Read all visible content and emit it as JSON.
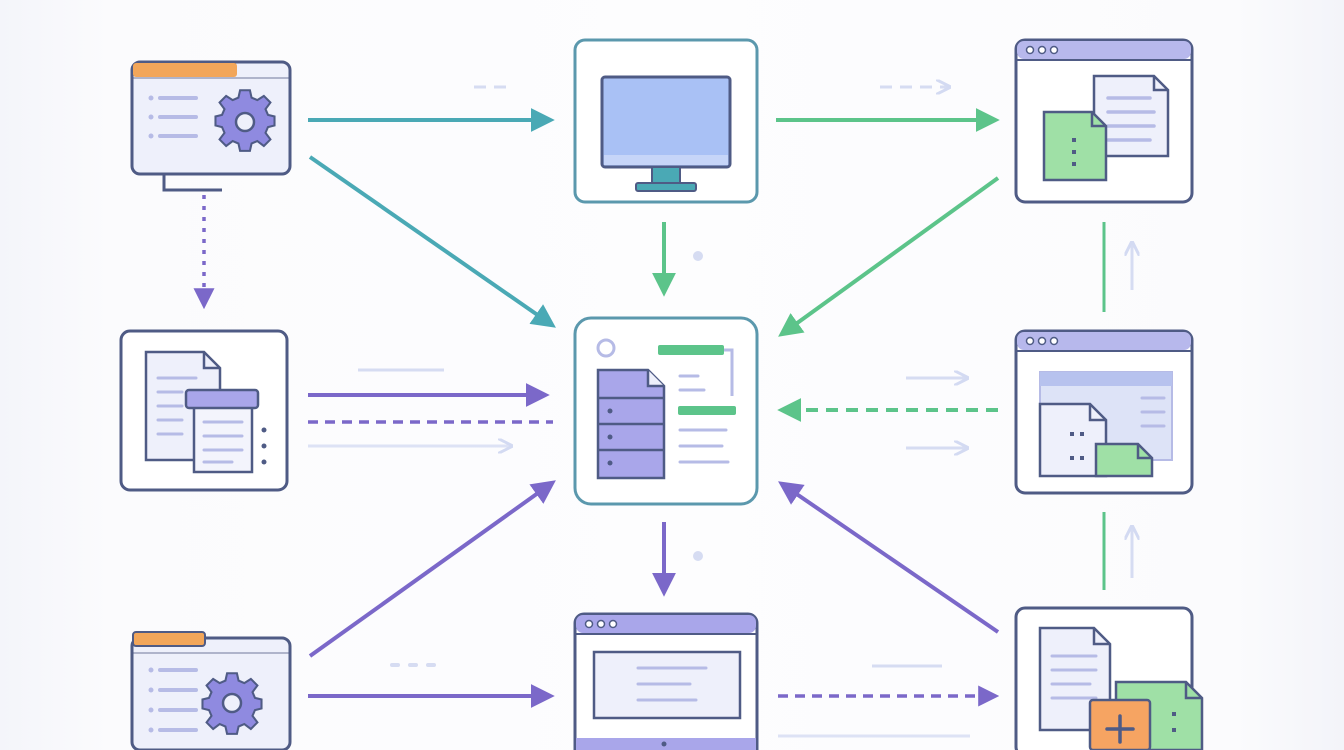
{
  "palette": {
    "teal": "#4aa9b5",
    "green": "#5cc48a",
    "purple": "#7b68c9",
    "outline": "#4f5b85",
    "screen": "#a9c1f5",
    "panel": "#eef0fb",
    "titlebar": "#b7b8ec",
    "folder_tab": "#f2a65a",
    "file_green": "#9fe0a6",
    "file_orange": "#f6a462",
    "pale": "#d6dcf2"
  },
  "nodes": [
    {
      "id": "config-window-top",
      "icon": "gear-icon"
    },
    {
      "id": "desktop-monitor",
      "icon": "monitor-icon"
    },
    {
      "id": "browser-documents-top",
      "icon": "documents-icon"
    },
    {
      "id": "document-stack",
      "icon": "document-icon"
    },
    {
      "id": "central-server-hub",
      "icon": "server-icon"
    },
    {
      "id": "browser-files-middle",
      "icon": "files-icon"
    },
    {
      "id": "config-window-bottom",
      "icon": "gear-icon"
    },
    {
      "id": "browser-window-bottom",
      "icon": "browser-icon"
    },
    {
      "id": "document-add-bottom",
      "icon": "add-file-icon"
    }
  ]
}
